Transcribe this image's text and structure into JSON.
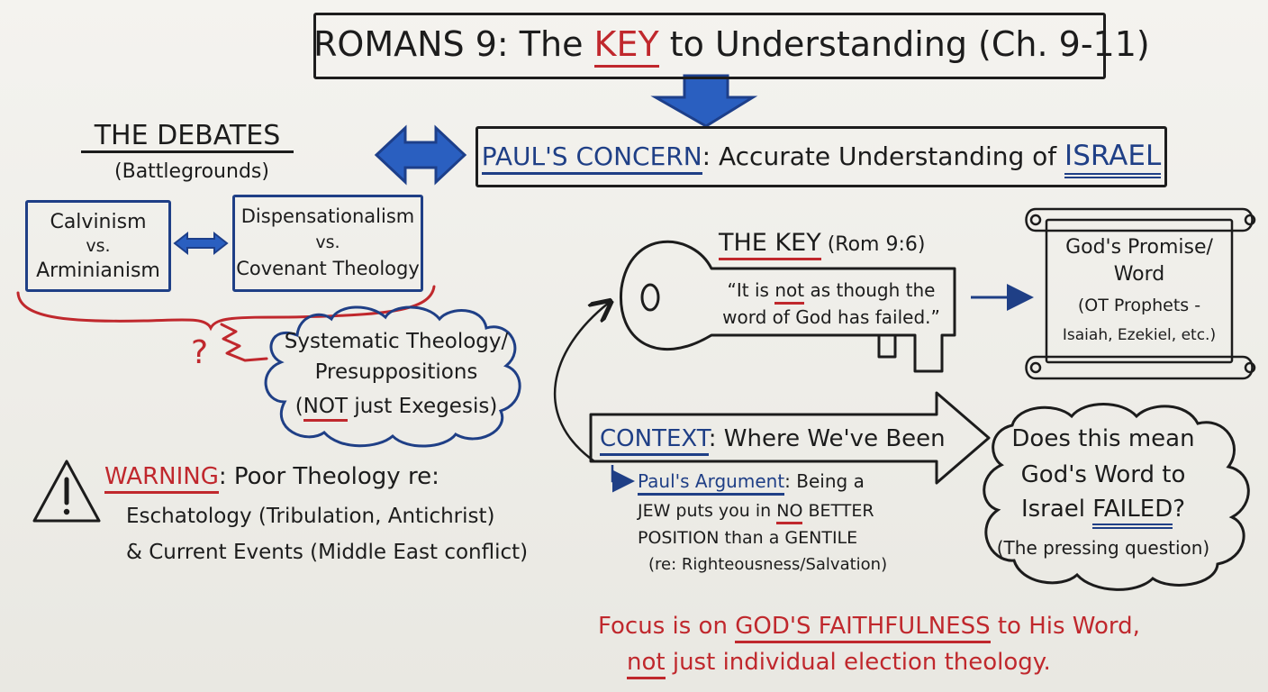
{
  "title": {
    "part1": "ROMANS 9: The ",
    "key": "KEY",
    "part2": " to Understanding (Ch. 9-11)"
  },
  "concern": {
    "label": "PAUL'S CONCERN",
    "text": ": Accurate Understanding of ",
    "israel": "ISRAEL"
  },
  "debates": {
    "heading": "THE DEBATES",
    "subheading": "(Battlegrounds)",
    "box1": [
      "Calvinism",
      "vs.",
      "Arminianism"
    ],
    "box2": [
      "Dispensationalism",
      "vs.",
      "Covenant Theology"
    ]
  },
  "question_mark": "?",
  "systematic_cloud": {
    "line1": "Systematic Theology/",
    "line2": "Presuppositions",
    "open": "(",
    "not": "NOT",
    "rest": " just Exegesis)"
  },
  "warning": {
    "label": "WARNING",
    "text": ": Poor Theology re:",
    "line2": "Eschatology (Tribulation, Antichrist)",
    "line3": "& Current Events (Middle East conflict)"
  },
  "the_key": {
    "heading": "THE KEY",
    "ref": " (Rom 9:6)",
    "quote_pre": "“It is ",
    "quote_not": "not",
    "quote_post": " as though the",
    "quote_line2": "word of God has failed.”"
  },
  "scroll": {
    "line1": "God's Promise/",
    "line2": "Word",
    "line3": "(OT Prophets -",
    "line4": "Isaiah, Ezekiel, etc.)"
  },
  "context": {
    "label": "CONTEXT",
    "text": ": Where We've Been",
    "argument_label": "Paul's Argument",
    "argument_text": ": Being a",
    "line2_pre": "JEW puts you in ",
    "line2_no": "NO",
    "line2_post": " BETTER",
    "line3": "POSITION than a GENTILE",
    "line4": "(re: Righteousness/Salvation)"
  },
  "question_cloud": {
    "line1": "Does this mean",
    "line2": "God's Word to",
    "line3_pre": "Israel ",
    "line3_failed": "FAILED",
    "line3_post": "?",
    "line4": "(The pressing question)"
  },
  "focus": {
    "line1_pre": "Focus is on ",
    "line1_emph": "GOD'S FAITHFULNESS",
    "line1_post": " to His Word,",
    "line2_not": "not",
    "line2_post": " just individual election theology."
  },
  "colors": {
    "ink": "#1c1c1c",
    "blue": "#1f3f86",
    "arrow_blue": "#2a5fc0",
    "red": "#c0282d"
  }
}
